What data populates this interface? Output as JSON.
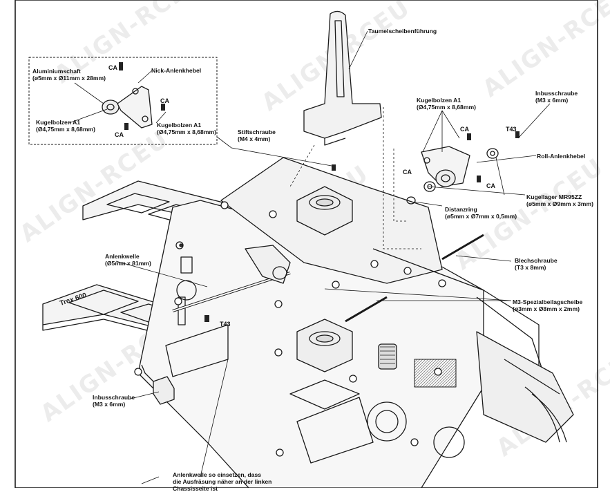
{
  "watermark_text": "ALIGN-RCEU",
  "frame_brand": "Trex 600",
  "labels": {
    "taumelscheibe": "Taumelscheibenführung",
    "aluminiumschaft": {
      "name": "Aluminiumschaft",
      "spec": "(ø5mm x Ø11mm x 28mm)"
    },
    "nick_anlenkhebel": "Nick-Anlenkhebel",
    "kugelbolzen_left_a": {
      "name": "Kugelbolzen A1",
      "spec": "(Ø4,75mm x 8,68mm)"
    },
    "kugelbolzen_left_b": {
      "name": "Kugelbolzen A1",
      "spec": "(Ø4,75mm x 8,68mm)"
    },
    "stiftschraube": {
      "name": "Stiftschraube",
      "spec": "(M4 x 4mm)"
    },
    "kugelbolzen_right": {
      "name": "Kugelbolzen A1",
      "spec": "(Ø4,75mm x 8,68mm)"
    },
    "inbus_top": {
      "name": "Inbusschraube",
      "spec": "(M3 x 6mm)"
    },
    "roll_anlenkhebel": "Roll-Anlenkhebel",
    "kugellager": {
      "name": "Kugellager MR95ZZ",
      "spec": "(ø5mm x Ø9mm x 3mm)"
    },
    "distanzring": {
      "name": "Distanzring",
      "spec": "(ø5mm x Ø7mm x 0,5mm)"
    },
    "anlenkwelle": {
      "name": "Anlenkwelle",
      "spec": "(Ø5mm x 81mm)"
    },
    "blechschraube": {
      "name": "Blechschraube",
      "spec": "(T3 x 8mm)"
    },
    "m3_spezial": {
      "name": "M3-Spezialbeilagscheibe",
      "spec": "(ø3mm x Ø8mm x 2mm)"
    },
    "inbus_bottom": {
      "name": "Inbusschraube",
      "spec": "(M3 x 6mm)"
    },
    "note": {
      "line1": "Anlenkwelle so einsetzen, dass",
      "line2": "die Ausfräsung näher an der linken",
      "line3": "Chassisseite ist"
    }
  },
  "markers": {
    "ca": "CA",
    "t43": "T43"
  }
}
